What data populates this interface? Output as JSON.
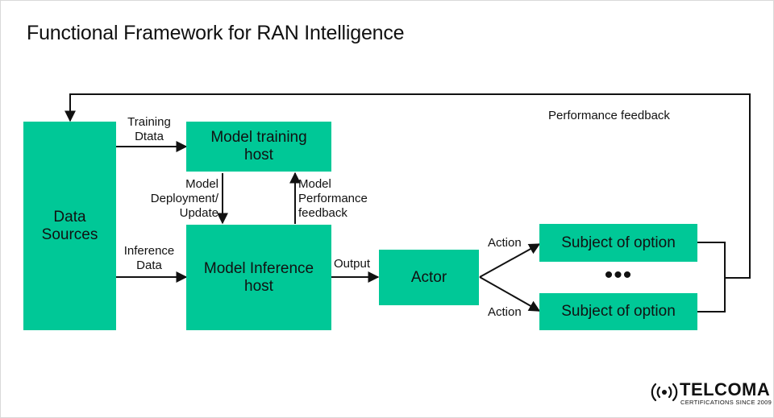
{
  "title": "Functional Framework for RAN Intelligence",
  "nodes": {
    "data_sources": "Data\nSources",
    "model_training_host": "Model training\nhost",
    "model_inference_host": "Model Inference\nhost",
    "actor": "Actor",
    "subject_1": "Subject of option",
    "subject_2": "Subject of option"
  },
  "edge_labels": {
    "training_data": "Training\nDtata",
    "inference_data": "Inference\nData",
    "model_deployment": "Model\nDeployment/\nUpdate",
    "model_performance_feedback": "Model\nPerformance\nfeedback",
    "output": "Output",
    "action_1": "Action",
    "action_2": "Action",
    "performance_feedback": "Performance feedback"
  },
  "ellipsis": "•••",
  "logo": {
    "name": "TELCOMA",
    "tagline": "CERTIFICATIONS SINCE 2009"
  },
  "colors": {
    "box_fill": "#00c897",
    "line": "#111111",
    "text": "#111111"
  }
}
